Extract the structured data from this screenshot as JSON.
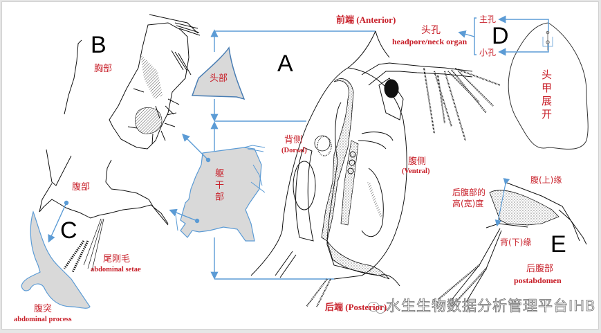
{
  "colors": {
    "label_red": "#c8202a",
    "arrow_blue": "#5b9bd5",
    "shade_gray": "#d9d9d9",
    "line_black": "#111111"
  },
  "panels": {
    "A": {
      "letter": "A",
      "anterior": "前端 (Anterior)",
      "dorsal_cn": "背侧",
      "dorsal_en": "(Dorsal)",
      "ventral_cn": "腹侧",
      "ventral_en": "(Ventral)",
      "posterior": "后端 (Posterior)",
      "head": "头部",
      "trunk": "躯干部"
    },
    "B": {
      "letter": "B",
      "thorax": "胸部"
    },
    "C": {
      "letter": "C",
      "abdomen": "腹部",
      "setae_cn": "尾刚毛",
      "setae_en": "abdominal setae",
      "process_cn": "腹突",
      "process_en": "abdominal process"
    },
    "D": {
      "letter": "D",
      "headpore_cn": "头孔",
      "headpore_en": "headpore/neck organ",
      "main_pore": "主孔",
      "minor_pore": "小孔",
      "headshield": "头甲展开"
    },
    "E": {
      "letter": "E",
      "ventral_margin": "腹(上)缘",
      "height_line1": "后腹部的",
      "height_line2": "高(宽)度",
      "dorsal_margin": "背(下)缘",
      "postabdomen_cn": "后腹部",
      "postabdomen_en": "postabdomen"
    }
  },
  "watermark": {
    "icon": "wechat-icon",
    "text": "水生生物数据分析管理平台IHB"
  }
}
